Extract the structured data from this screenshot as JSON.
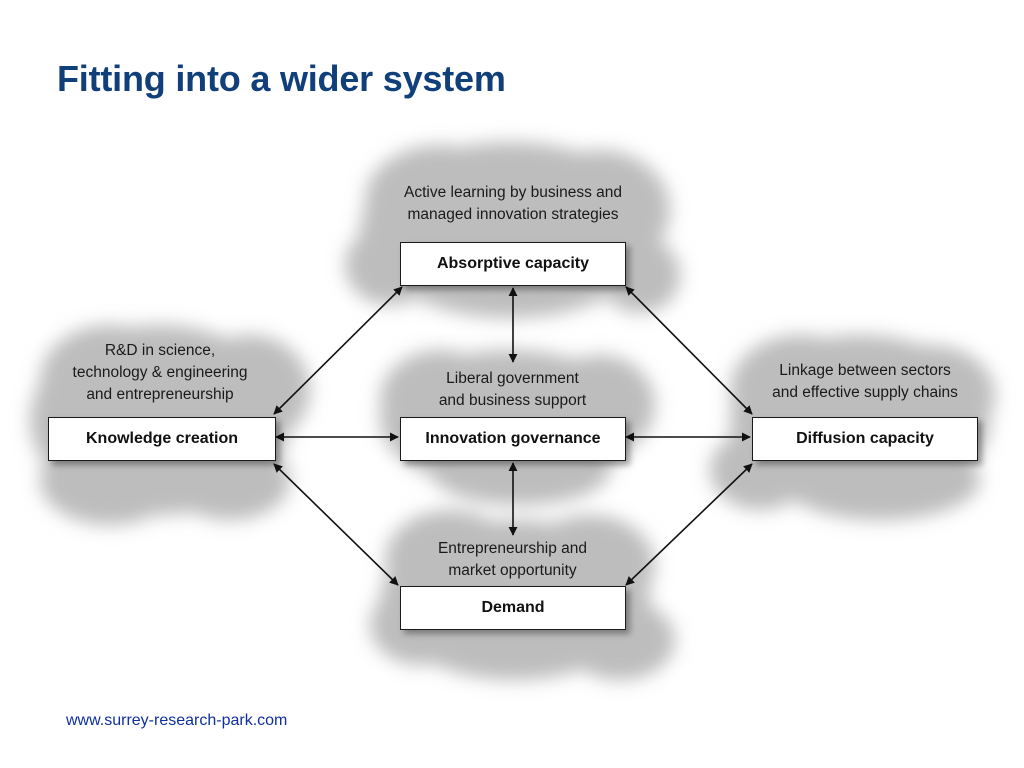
{
  "title": "Fitting into a wider system",
  "footer": "www.surrey-research-park.com",
  "nodes": {
    "absorptive": {
      "label": "Absorptive capacity",
      "description": [
        "Active learning by business and",
        "managed innovation strategies"
      ]
    },
    "knowledge": {
      "label": "Knowledge creation",
      "description": [
        "R&D in science,",
        "technology & engineering",
        "and entrepreneurship"
      ]
    },
    "governance": {
      "label": "Innovation governance",
      "description": [
        "Liberal government",
        "and business support"
      ]
    },
    "diffusion": {
      "label": "Diffusion capacity",
      "description": [
        "Linkage between sectors",
        "and effective supply chains"
      ]
    },
    "demand": {
      "label": "Demand",
      "description": [
        "Entrepreneurship and",
        "market opportunity"
      ]
    }
  },
  "edges": [
    [
      "knowledge",
      "absorptive"
    ],
    [
      "absorptive",
      "diffusion"
    ],
    [
      "knowledge",
      "demand"
    ],
    [
      "demand",
      "diffusion"
    ],
    [
      "knowledge",
      "governance"
    ],
    [
      "governance",
      "diffusion"
    ],
    [
      "absorptive",
      "governance"
    ],
    [
      "governance",
      "demand"
    ]
  ],
  "colors": {
    "title": "#103f7a",
    "footer": "#0f2f9e",
    "cloud": "#bdbdbd"
  }
}
